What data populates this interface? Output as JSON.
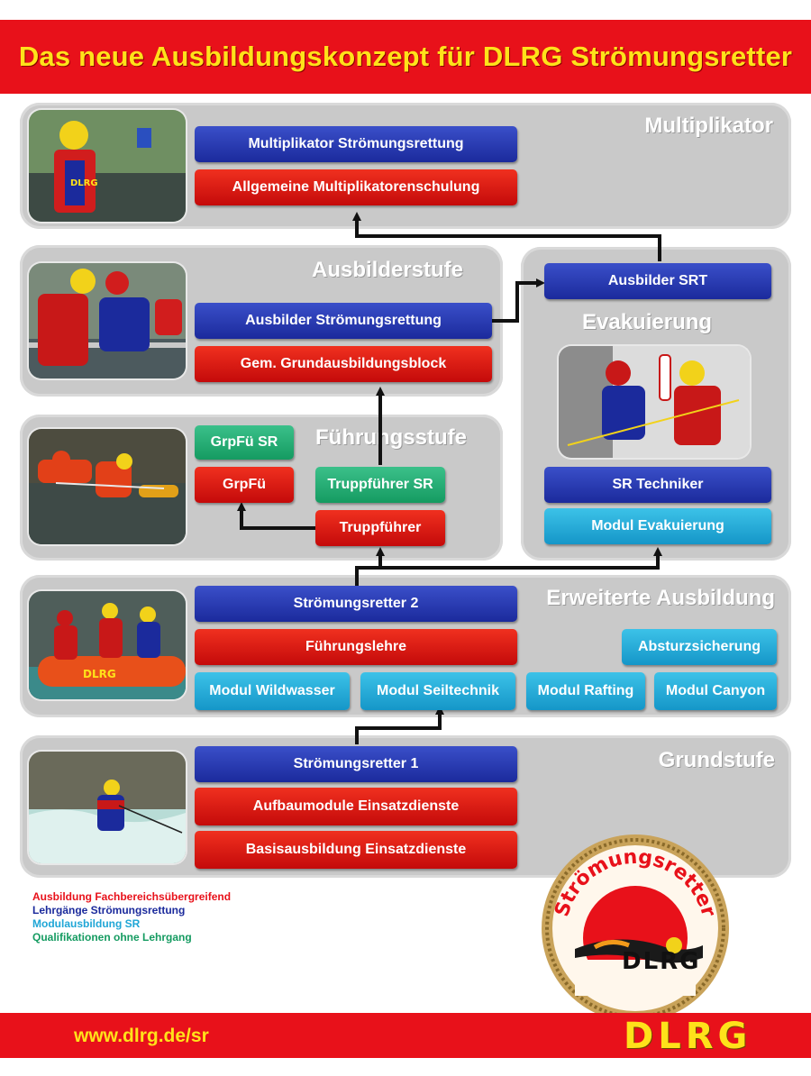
{
  "header": {
    "title": "Das neue Ausbildungskonzept für DLRG Strömungsretter"
  },
  "panels": {
    "multiplikator": "Multiplikator",
    "ausbilderstufe": "Ausbilderstufe",
    "evakuierung": "Evakuierung",
    "fuehrungsstufe": "Führungsstufe",
    "erweiterte": "Erweiterte Ausbildung",
    "grundstufe": "Grundstufe"
  },
  "boxes": {
    "multiplikator_stroemungsrettung": "Multiplikator Strömungsrettung",
    "allgemeine_multiplikatorenschulung": "Allgemeine Multiplikatorenschulung",
    "ausbilder_stroemungsrettung": "Ausbilder Strömungsrettung",
    "gem_grundausbildungsblock": "Gem. Grundausbildungsblock",
    "ausbilder_srt": "Ausbilder SRT",
    "sr_techniker": "SR Techniker",
    "modul_evakuierung": "Modul Evakuierung",
    "grpfue_sr": "GrpFü SR",
    "grpfue": "GrpFü",
    "truppfuehrer_sr": "Truppführer SR",
    "truppfuehrer": "Truppführer",
    "stroemungsretter_2": "Strömungsretter 2",
    "fuehrungslehre": "Führungslehre",
    "absturzsicherung": "Absturzsicherung",
    "modul_wildwasser": "Modul Wildwasser",
    "modul_seiltechnik": "Modul Seiltechnik",
    "modul_rafting": "Modul Rafting",
    "modul_canyon": "Modul Canyon",
    "stroemungsretter_1": "Strömungsretter 1",
    "aufbaumodule": "Aufbaumodule Einsatzdienste",
    "basisausbildung": "Basisausbildung Einsatzdienste"
  },
  "legend": {
    "items": [
      {
        "label": "Ausbildung Fachbereichsübergreifend",
        "color": "#e8111a"
      },
      {
        "label": "Lehrgänge Strömungsrettung",
        "color": "#1b2a9c"
      },
      {
        "label": "Modulausbildung SR",
        "color": "#1fa6d6"
      },
      {
        "label": "Qualifikationen ohne Lehrgang",
        "color": "#159b61"
      }
    ]
  },
  "badge": {
    "arc_text": "Strömungsretter",
    "word": "DLRG"
  },
  "footer": {
    "url": "www.dlrg.de/sr",
    "logo": "DLRG"
  },
  "colors": {
    "brand_red": "#e8111a",
    "brand_yellow": "#ffe21a",
    "course_blue": "#1b2a9c",
    "module_cyan": "#1fa6d6",
    "qualification_green": "#159b61",
    "panel_grey": "#c9c9c9"
  },
  "photos": {
    "multiplikator": "rescuer-with-helmet-photo",
    "ausbilderstufe": "rescuers-at-railing-photo",
    "fuehrungsstufe": "water-rescue-training-photo",
    "evakuierung": "rope-evacuation-photo",
    "erweiterte": "raft-team-photo",
    "grundstufe": "whitewater-swimmer-photo"
  }
}
